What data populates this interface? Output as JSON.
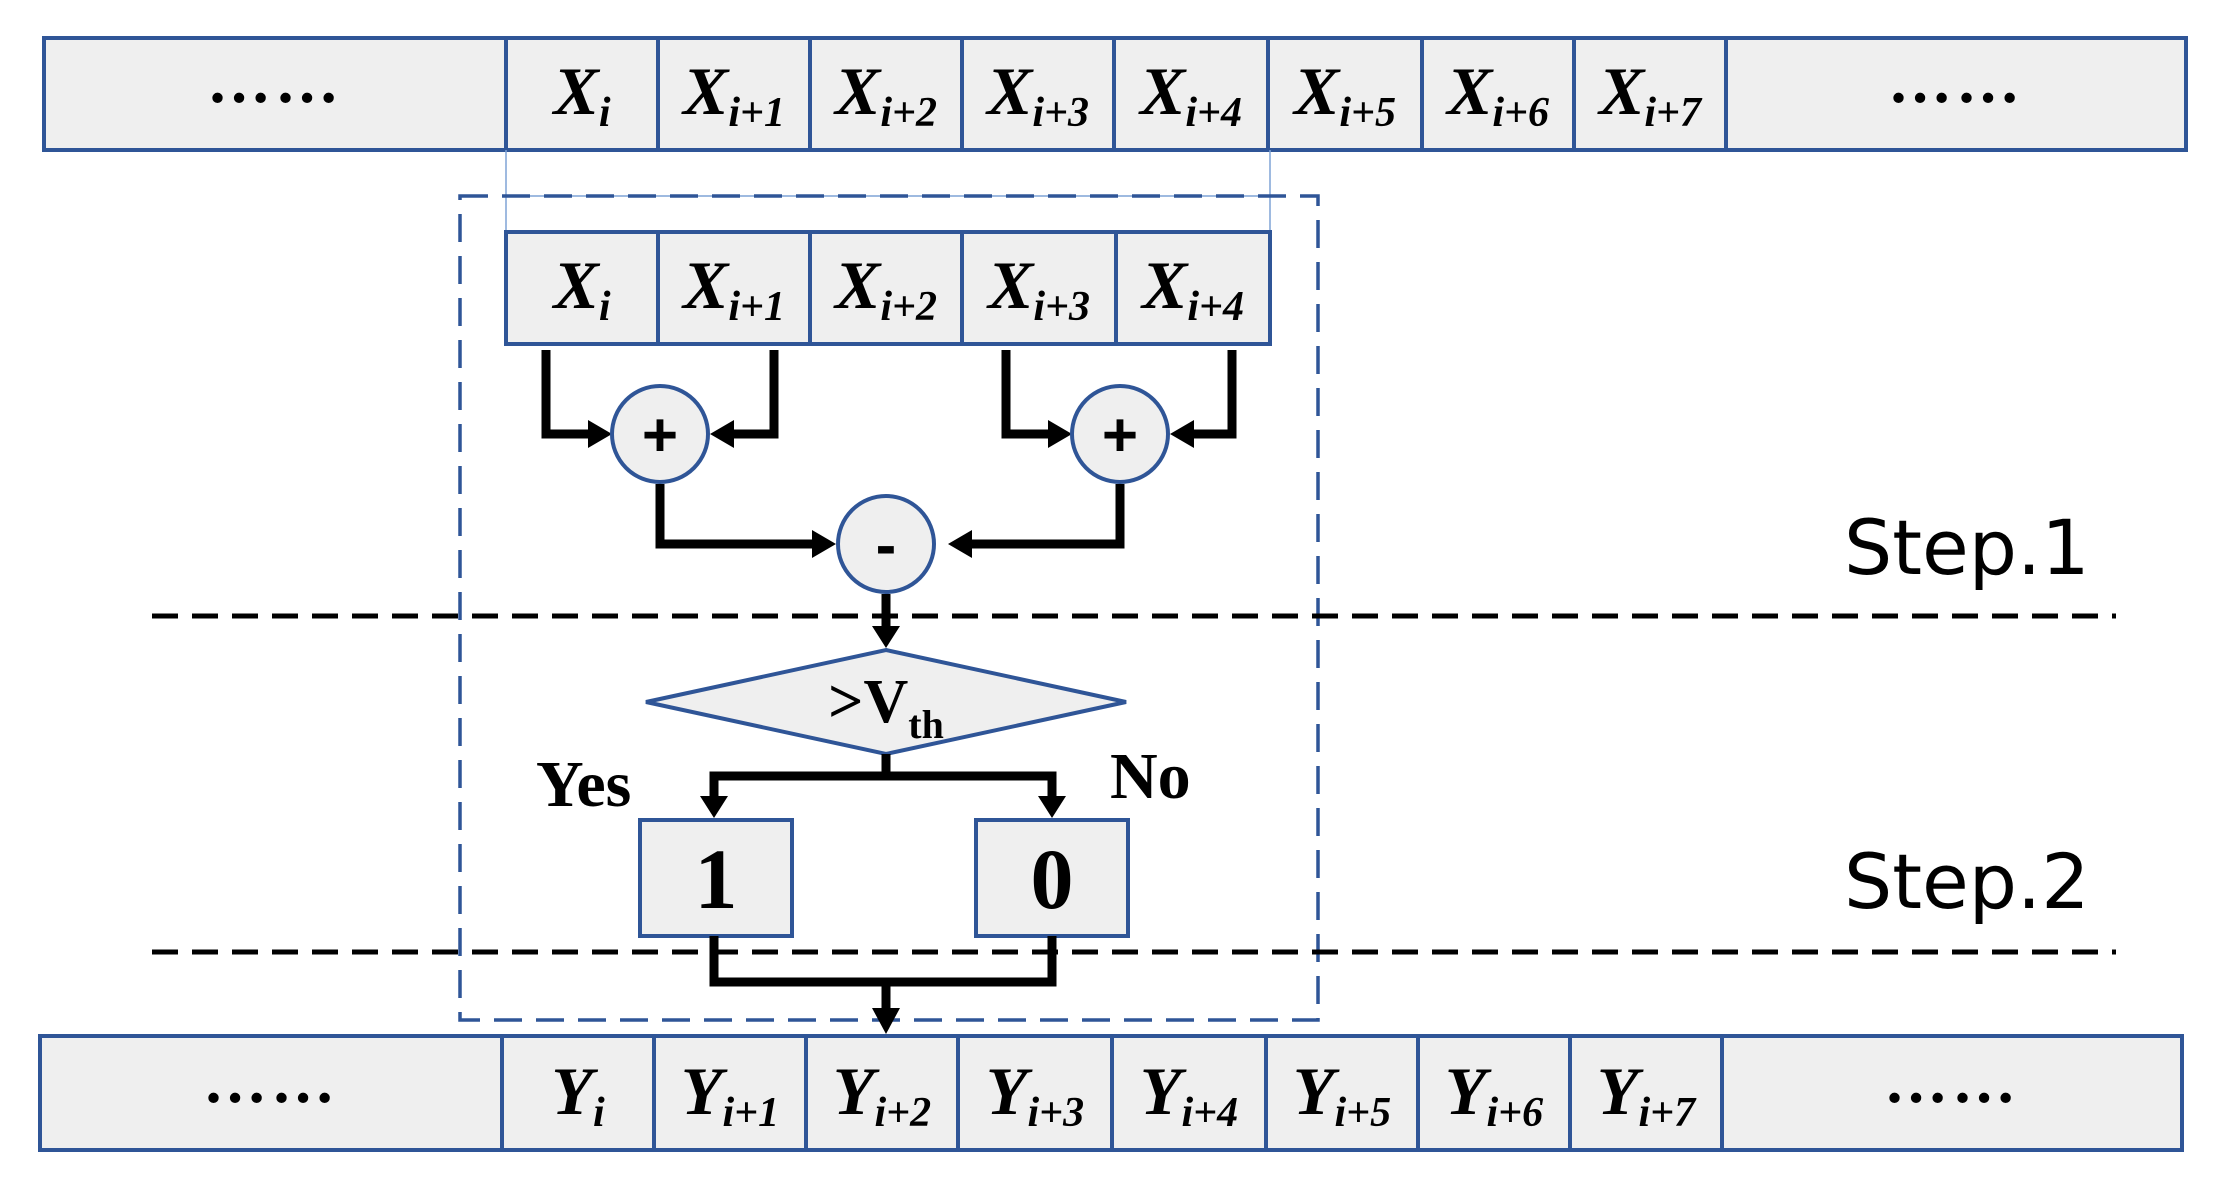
{
  "input_row": {
    "left_ellipsis": "……",
    "right_ellipsis": "……",
    "cells": [
      {
        "var": "X",
        "sub": "i"
      },
      {
        "var": "X",
        "sub": "i+1"
      },
      {
        "var": "X",
        "sub": "i+2"
      },
      {
        "var": "X",
        "sub": "i+3"
      },
      {
        "var": "X",
        "sub": "i+4"
      },
      {
        "var": "X",
        "sub": "i+5"
      },
      {
        "var": "X",
        "sub": "i+6"
      },
      {
        "var": "X",
        "sub": "i+7"
      }
    ]
  },
  "window": {
    "cells": [
      {
        "var": "X",
        "sub": "i"
      },
      {
        "var": "X",
        "sub": "i+1"
      },
      {
        "var": "X",
        "sub": "i+2"
      },
      {
        "var": "X",
        "sub": "i+3"
      },
      {
        "var": "X",
        "sub": "i+4"
      }
    ]
  },
  "operators": {
    "add_left": "+",
    "add_right": "+",
    "subtract": "-"
  },
  "comparator": {
    "prefix": ">V",
    "sub": "th"
  },
  "branches": {
    "yes_label": "Yes",
    "no_label": "No",
    "yes_value": "1",
    "no_value": "0"
  },
  "steps": {
    "step1": "Step.1",
    "step2": "Step.2"
  },
  "output_row": {
    "left_ellipsis": "……",
    "right_ellipsis": "……",
    "cells": [
      {
        "var": "Y",
        "sub": "i"
      },
      {
        "var": "Y",
        "sub": "i+1"
      },
      {
        "var": "Y",
        "sub": "i+2"
      },
      {
        "var": "Y",
        "sub": "i+3"
      },
      {
        "var": "Y",
        "sub": "i+4"
      },
      {
        "var": "Y",
        "sub": "i+5"
      },
      {
        "var": "Y",
        "sub": "i+6"
      },
      {
        "var": "Y",
        "sub": "i+7"
      }
    ]
  },
  "colors": {
    "border": "#2f5597",
    "cell_fill": "#efefef",
    "flow": "#000000"
  }
}
